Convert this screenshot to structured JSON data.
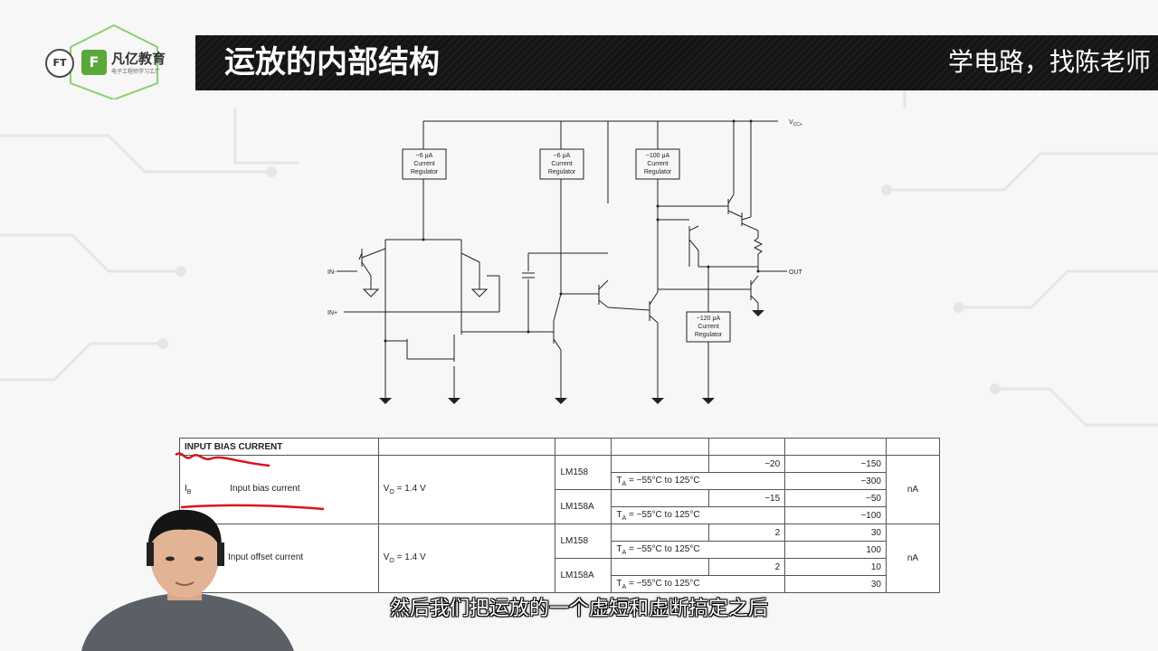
{
  "logo": {
    "badge_text": "FT",
    "green_mark": "F",
    "brand_name": "凡亿教育",
    "brand_tagline": "电子工程师学习工厂"
  },
  "header": {
    "title": "运放的内部结构",
    "slogan": "学电路，找陈老师"
  },
  "schematic": {
    "vcc_label": "V",
    "vcc_sub": "CC+",
    "in_minus": "IN-",
    "in_plus": "IN+",
    "out": "OUT",
    "regulators": [
      {
        "line1": "~6 μA",
        "line2": "Current",
        "line3": "Regulator"
      },
      {
        "line1": "~6 μA",
        "line2": "Current",
        "line3": "Regulator"
      },
      {
        "line1": "~100 μA",
        "line2": "Current",
        "line3": "Regulator"
      },
      {
        "line1": "~120 μA",
        "line2": "Current",
        "line3": "Regulator"
      }
    ]
  },
  "spec_table": {
    "section_header": "INPUT BIAS CURRENT",
    "rows": [
      {
        "symbol": "I",
        "symbol_sub": "B",
        "parameter": "Input bias current",
        "condition": "V",
        "condition_sub": "O",
        "condition_rest": " = 1.4 V",
        "unit": "nA",
        "devices": [
          {
            "name": "LM158",
            "typ": "−20",
            "max": "−150",
            "temp": "T",
            "temp_sub": "A",
            "temp_rest": " = −55°C to 125°C",
            "temp_max": "−300"
          },
          {
            "name": "LM158A",
            "typ": "−15",
            "max": "−50",
            "temp": "T",
            "temp_sub": "A",
            "temp_rest": " = −55°C to 125°C",
            "temp_max": "−100"
          }
        ]
      },
      {
        "symbol": "",
        "symbol_sub": "",
        "parameter": "Input offset current",
        "condition": "V",
        "condition_sub": "O",
        "condition_rest": " = 1.4 V",
        "unit": "nA",
        "devices": [
          {
            "name": "LM158",
            "typ": "2",
            "max": "30",
            "temp": "T",
            "temp_sub": "A",
            "temp_rest": " = −55°C to 125°C",
            "temp_max": "100"
          },
          {
            "name": "LM158A",
            "typ": "2",
            "max": "10",
            "temp": "T",
            "temp_sub": "A",
            "temp_rest": " = −55°C to 125°C",
            "temp_max": "30"
          }
        ]
      }
    ]
  },
  "subtitle": "然后我们把运放的一个虚短和虚断搞定之后",
  "colors": {
    "title_bar": "#141414",
    "brand_green": "#5aa83a",
    "annotation_red": "#d9141e"
  }
}
